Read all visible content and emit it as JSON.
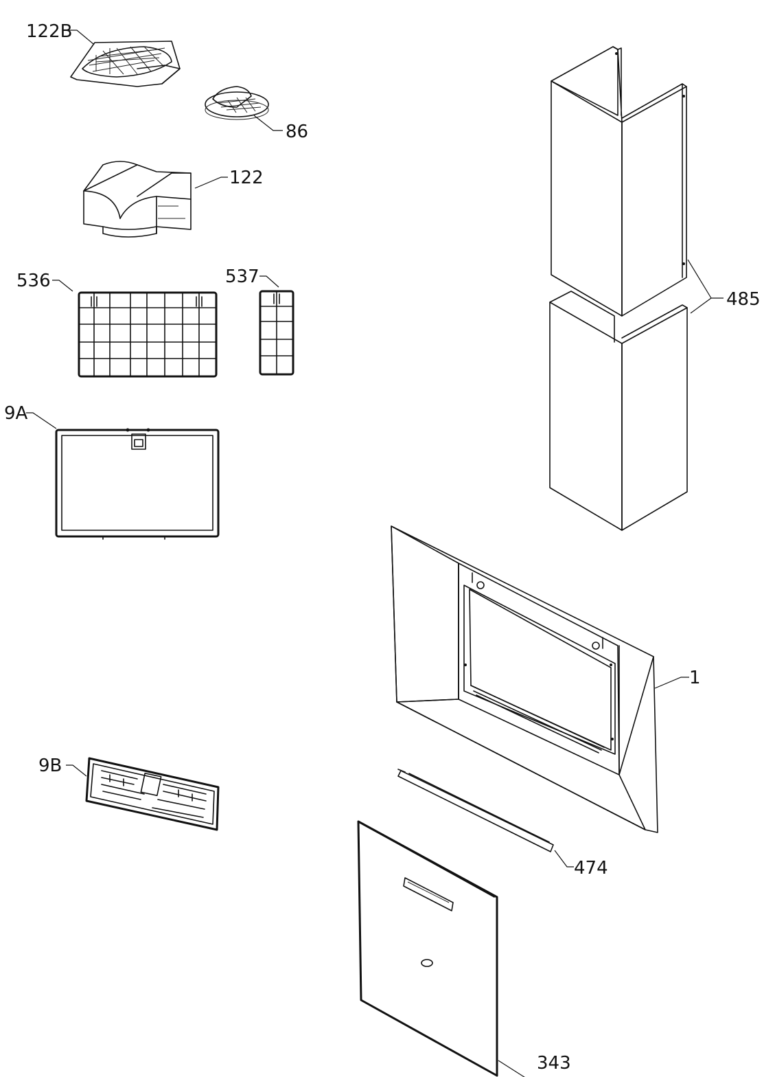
{
  "callouts": [
    {
      "id": "122B",
      "label": "122B"
    },
    {
      "id": "86",
      "label": "86"
    },
    {
      "id": "122",
      "label": "122"
    },
    {
      "id": "536",
      "label": "536"
    },
    {
      "id": "537",
      "label": "537"
    },
    {
      "id": "485",
      "label": "485"
    },
    {
      "id": "9A",
      "label": "9A"
    },
    {
      "id": "1",
      "label": "1"
    },
    {
      "id": "9B",
      "label": "9B"
    },
    {
      "id": "474",
      "label": "474"
    },
    {
      "id": "343",
      "label": "343"
    }
  ]
}
